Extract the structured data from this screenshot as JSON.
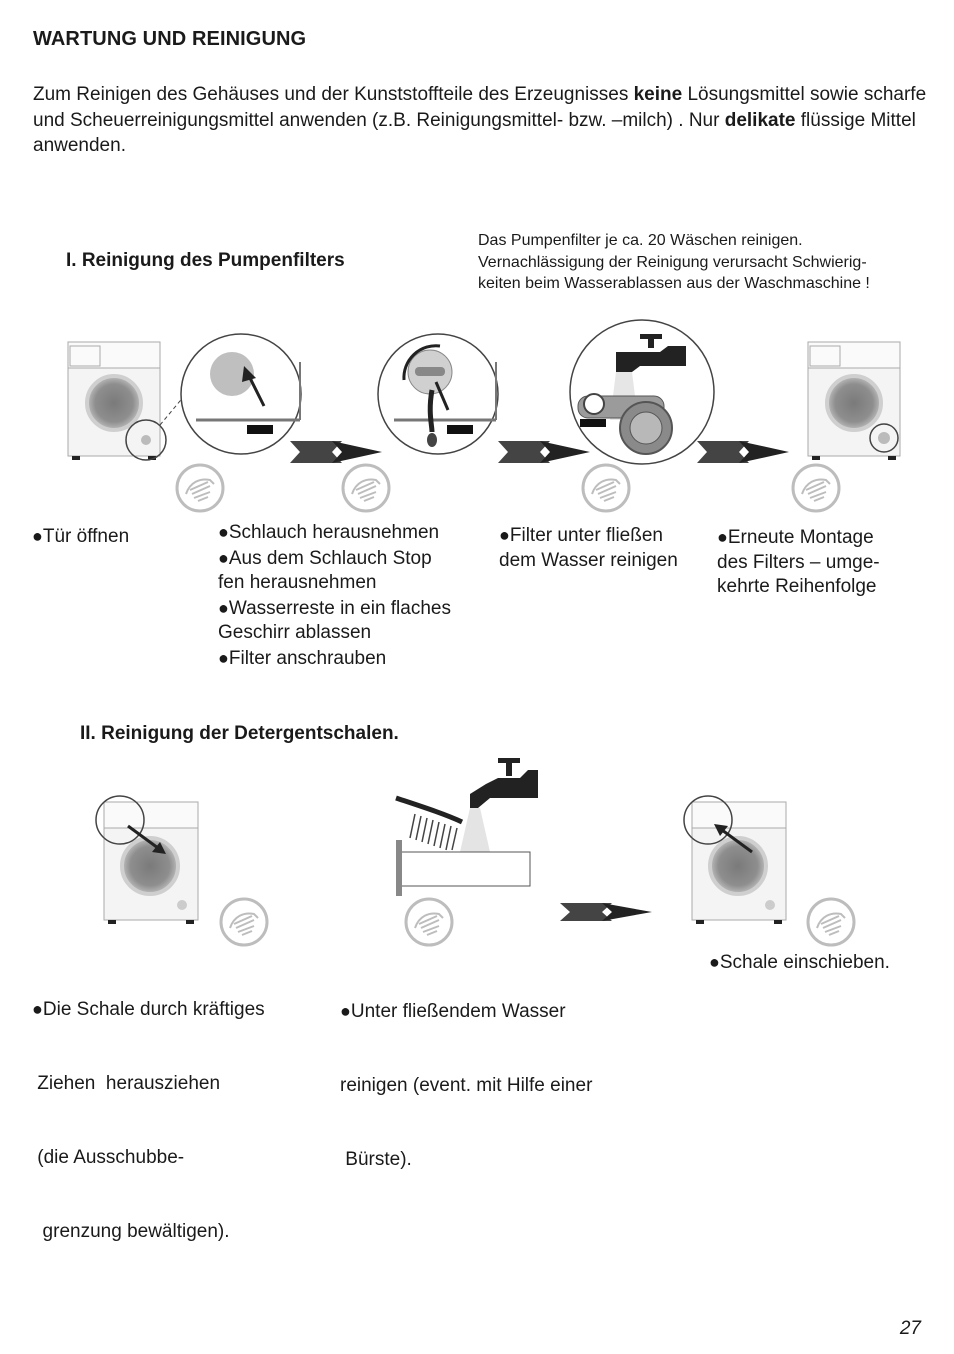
{
  "page_title": "WARTUNG UND REINIGUNG",
  "intro": {
    "part1": "Zum Reinigen des Gehäuses und der Kunststoffteile des Erzeugnisses ",
    "bold1": "keine",
    "part2": " Lösungsmittel sowie scharfe und Scheuerreinigungsmittel anwenden (z.B. Reinigungsmittel- bzw. –milch) . Nur ",
    "bold2": "delikate",
    "part3": " flüssige Mittel anwenden."
  },
  "section1": {
    "heading": "I. Reinigung des Pumpenfilters",
    "note_lines": [
      "Das Pumpenfilter je ca. 20 Wäschen reinigen.",
      "Vernachlässigung der Reinigung verursacht Schwierig-",
      "keiten beim Wasserablassen aus der Waschmaschine !"
    ],
    "step1": [
      "Tür öffnen"
    ],
    "step2": [
      "Schlauch herausnehmen",
      "Aus dem Schlauch Stop",
      "fen herausnehmen",
      "Wasserreste in ein flaches",
      "Geschirr ablassen",
      "Filter anschrauben"
    ],
    "step3": [
      "Filter unter fließen",
      "dem Wasser reinigen"
    ],
    "step4": [
      "Erneute Montage",
      "des Filters – umge-",
      "kehrte Reihenfolge"
    ]
  },
  "section2": {
    "heading": "II. Reinigung der Detergentschalen.",
    "step1": [
      "Die Schale durch kräftiges",
      " Ziehen  herausziehen",
      " (die Ausschubbe-",
      "  grenzung bewältigen)."
    ],
    "step2": [
      "Unter fließendem Wasser",
      "reinigen (event. mit Hilfe einer",
      " Bürste)."
    ],
    "step3": [
      "Schale einschieben."
    ]
  },
  "bullet_glyph": "●",
  "page_number": "27"
}
